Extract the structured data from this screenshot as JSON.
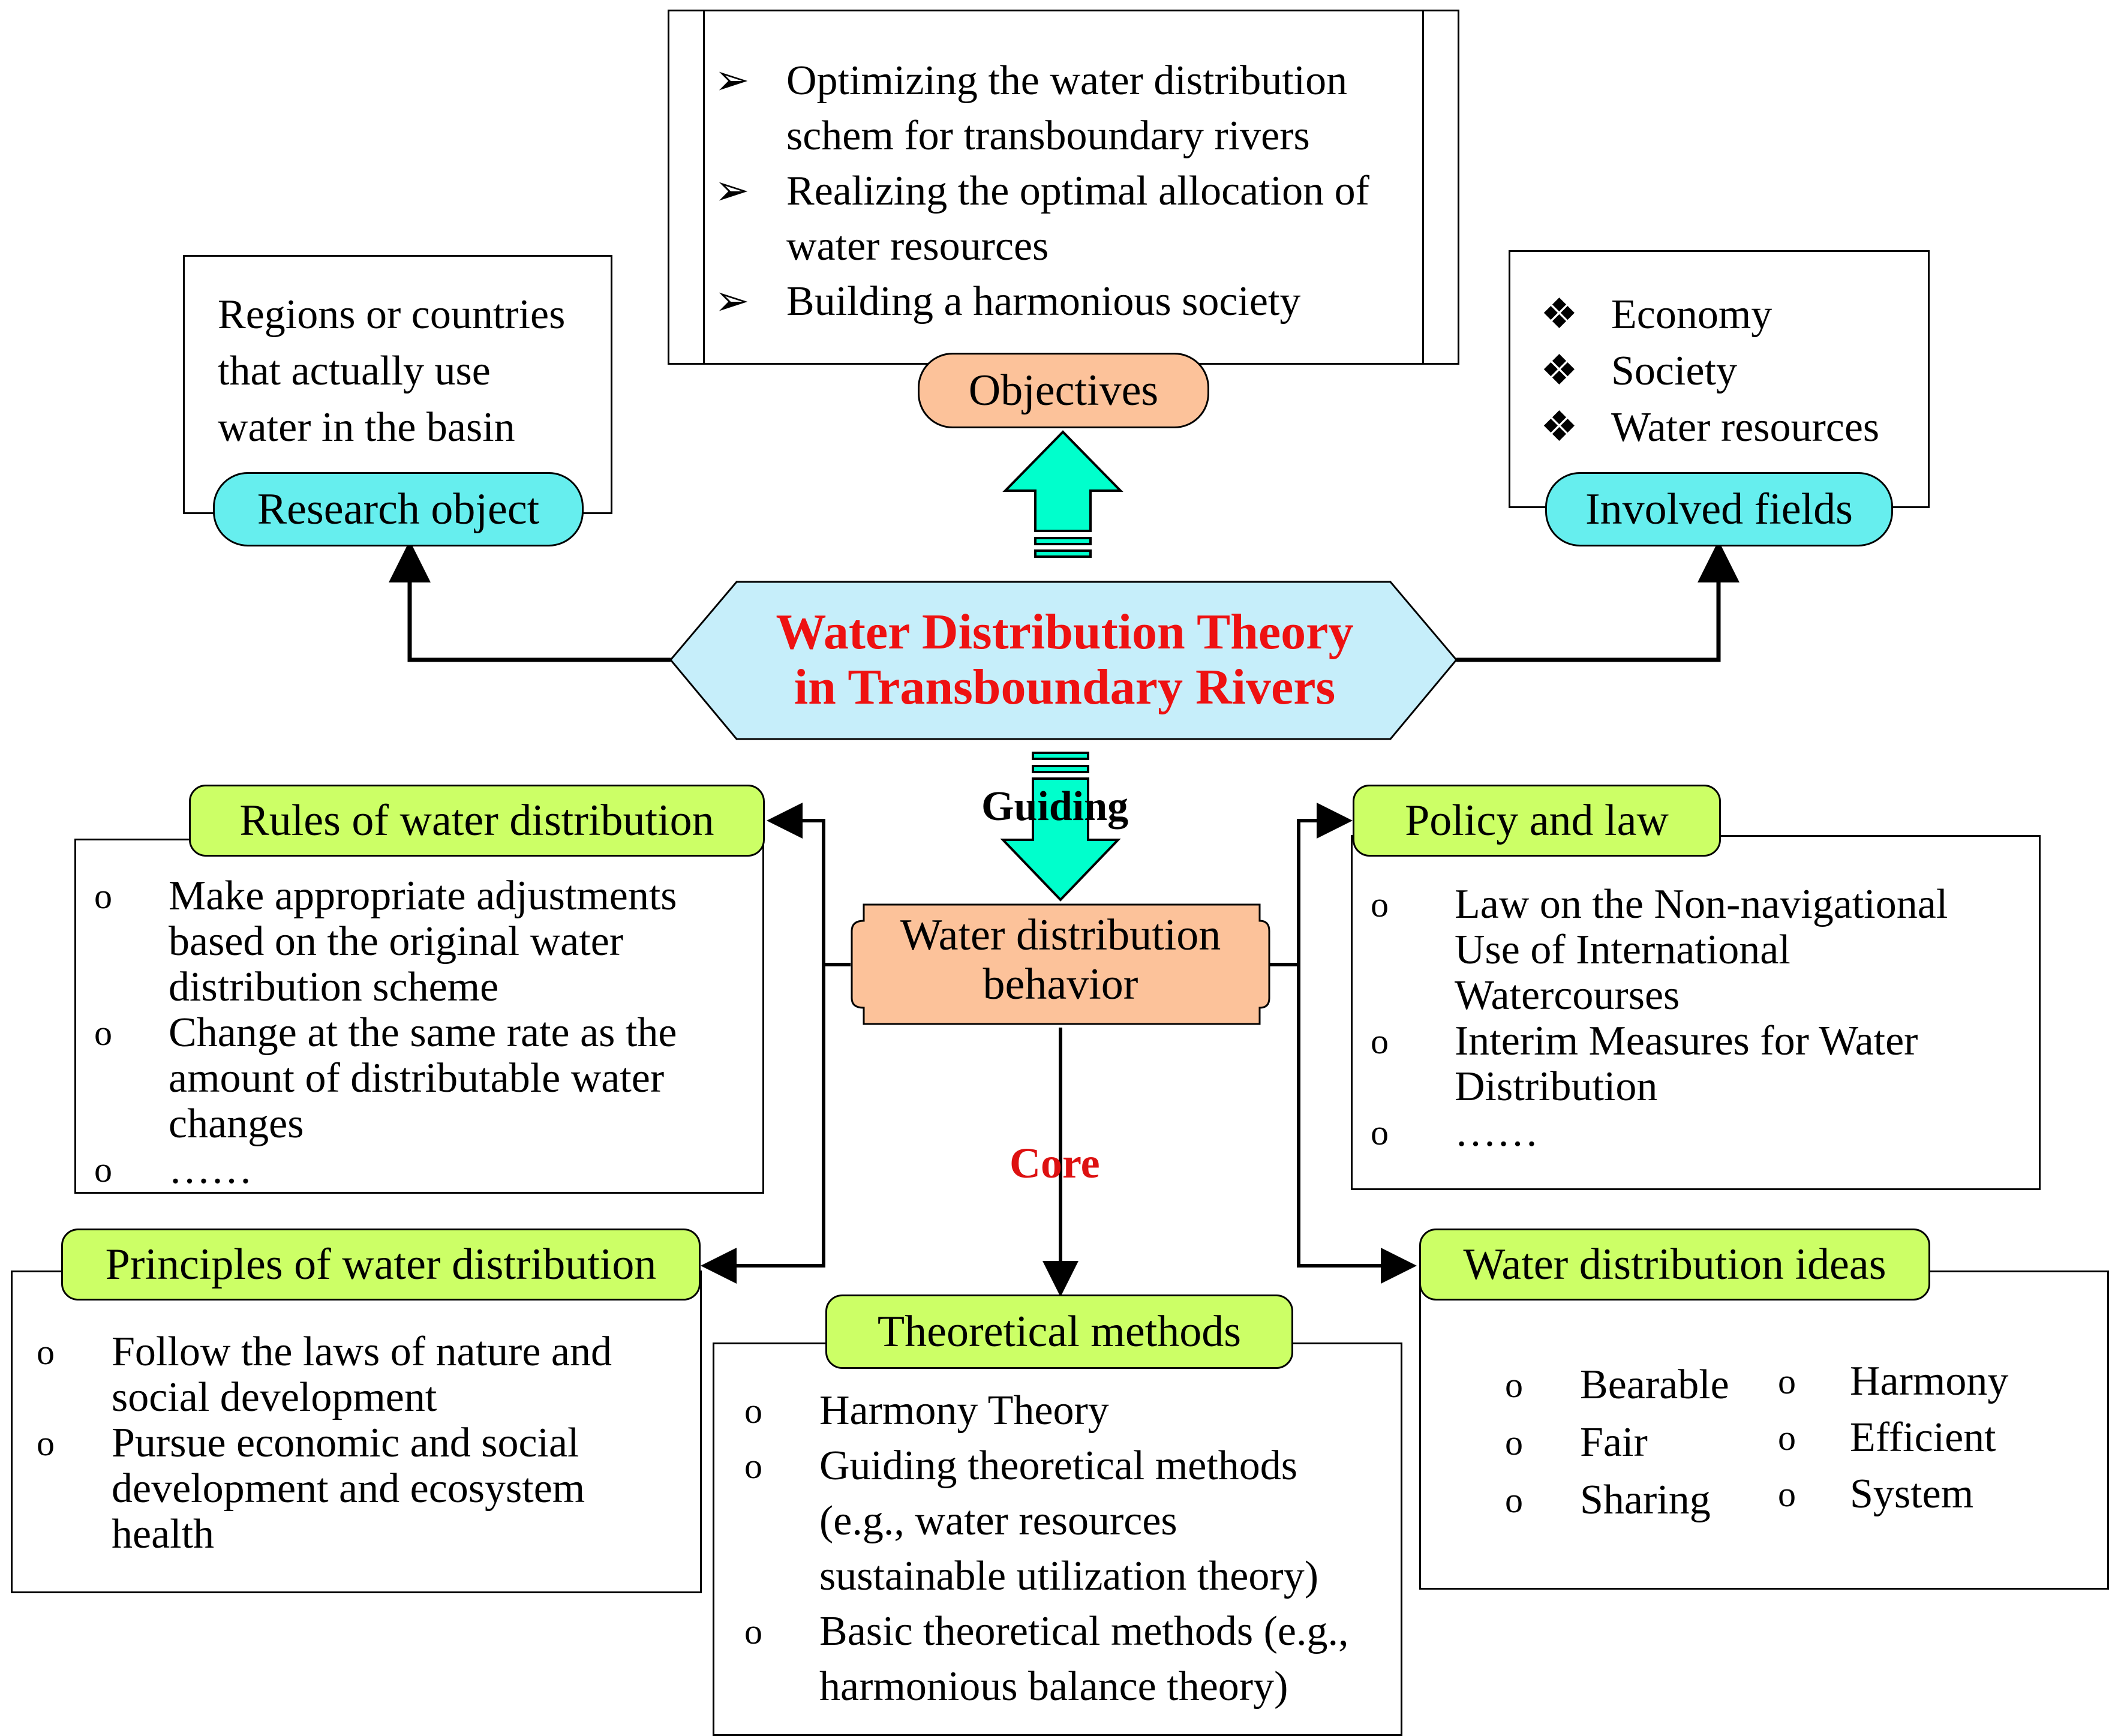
{
  "central": {
    "line1": "Water  Distribution Theory",
    "line2": "in Transboundary Rivers"
  },
  "objectives": {
    "label": "Objectives",
    "items": [
      {
        "l1": "Optimizing the water distribution",
        "l2": "schem for transboundary rivers"
      },
      {
        "l1": "Realizing the optimal allocation of",
        "l2": "water resources"
      },
      {
        "l1": "Building a harmonious society",
        "l2": ""
      }
    ]
  },
  "research_object": {
    "label": "Research object",
    "lines": [
      "Regions or countries",
      "that actually use",
      "water in the basin"
    ]
  },
  "involved_fields": {
    "label": "Involved  fields",
    "items": [
      "Economy",
      "Society",
      "Water resources"
    ]
  },
  "connectors": {
    "guiding": "Guiding",
    "core": "Core"
  },
  "behavior": {
    "line1": "Water distribution",
    "line2": "behavior"
  },
  "rules": {
    "label": "Rules of water distribution",
    "items": [
      [
        "Make appropriate adjustments",
        "based on the original water",
        "distribution scheme"
      ],
      [
        "Change at the same rate as the",
        "amount of distributable water",
        "changes"
      ],
      [
        "……"
      ]
    ]
  },
  "policy": {
    "label": "Policy and law",
    "items": [
      [
        "Law on the Non-navigational",
        "Use of International",
        "Watercourses"
      ],
      [
        "Interim Measures for Water",
        "Distribution"
      ],
      [
        "……"
      ]
    ]
  },
  "principles": {
    "label": "Principles of water distribution",
    "items": [
      [
        "Follow the laws of nature and",
        "social development"
      ],
      [
        "Pursue economic and social",
        "development and ecosystem",
        "health"
      ]
    ]
  },
  "methods": {
    "label": "Theoretical methods",
    "items": [
      [
        "Harmony Theory"
      ],
      [
        "Guiding theoretical methods",
        "(e.g., water resources",
        "sustainable utilization theory)"
      ],
      [
        "Basic theoretical methods (e.g.,",
        "harmonious balance theory)"
      ]
    ]
  },
  "ideas": {
    "label": "Water distribution ideas",
    "left": [
      "Bearable",
      "Fair",
      "Sharing"
    ],
    "right": [
      "Harmony",
      "Efficient",
      "System"
    ]
  },
  "colors": {
    "cyan": "#66eeee",
    "green": "#ccff66",
    "peach": "#fcc29a",
    "hex": "#c6eefa",
    "title": "#ee1111",
    "arrow": "#00ffcc"
  }
}
